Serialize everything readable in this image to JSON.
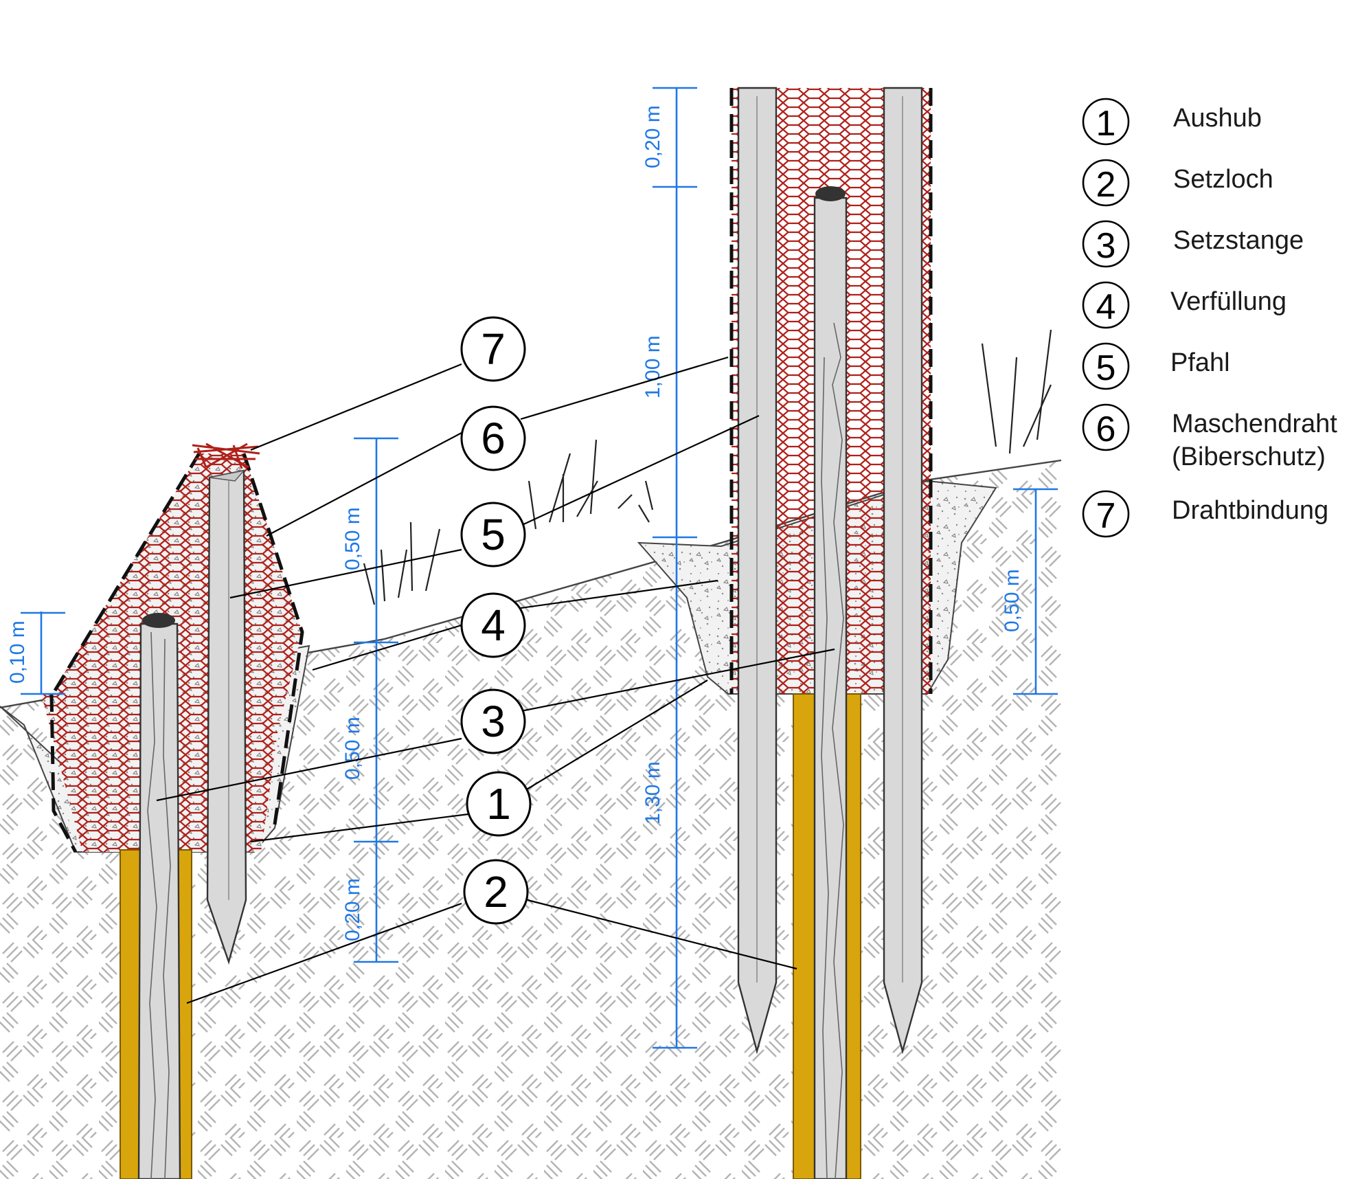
{
  "legend": {
    "items": [
      {
        "num": "1",
        "label": "Aushub"
      },
      {
        "num": "2",
        "label": "Setzloch"
      },
      {
        "num": "3",
        "label": "Setzstange"
      },
      {
        "num": "4",
        "label": "Verfüllung"
      },
      {
        "num": "5",
        "label": "Pfahl"
      },
      {
        "num": "6",
        "label": "Maschendraht"
      },
      {
        "num": "7",
        "label": "Drahtbindung"
      }
    ],
    "item6_line2": "(Biberschutz)"
  },
  "callouts": [
    "7",
    "6",
    "5",
    "4",
    "3",
    "1",
    "2"
  ],
  "dimensions": {
    "left_010": "0,10 m",
    "mid_050_top": "0,50 m",
    "mid_050_bottom": "0,50 m",
    "mid_020": "0,20 m",
    "right_020": "0,20 m",
    "right_100": "1,00 m",
    "right_130": "1,30 m",
    "far_right_050": "0,50 m"
  },
  "colors": {
    "dimension": "#1e78e6",
    "mesh": "#b0201a",
    "setzloch": "#d9a50d",
    "post": "#d9d9d9",
    "soil_hatch": "#b3b3b3"
  }
}
